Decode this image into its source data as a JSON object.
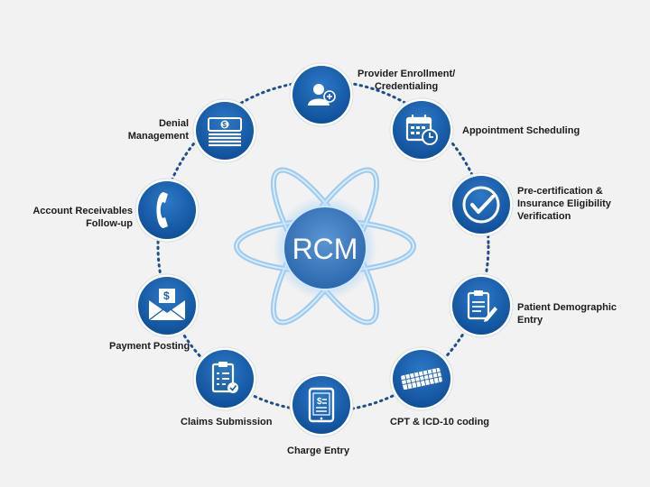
{
  "center": {
    "title": "RCM"
  },
  "colors": {
    "node": "#1a5fae",
    "ring": "#1f4e8c",
    "orbit": "#7fb6e6",
    "core": "#3d7cc1"
  },
  "nodes": [
    {
      "id": "provider-enrollment",
      "icon": "person-add-icon",
      "lines": [
        "Provider Enrollment/",
        "Credentialing"
      ]
    },
    {
      "id": "appointment-scheduling",
      "icon": "calendar-clock-icon",
      "lines": [
        "Appointment Scheduling"
      ]
    },
    {
      "id": "pre-certification",
      "icon": "check-circle-icon",
      "lines": [
        "Pre-certification &",
        "Insurance Eligibility",
        "Verification"
      ]
    },
    {
      "id": "patient-demographic",
      "icon": "clipboard-pencil-icon",
      "lines": [
        "Patient Demographic",
        "Entry"
      ]
    },
    {
      "id": "coding",
      "icon": "keyboard-icon",
      "lines": [
        "CPT & ICD-10 coding"
      ]
    },
    {
      "id": "charge-entry",
      "icon": "tablet-dollar-icon",
      "lines": [
        "Charge Entry"
      ]
    },
    {
      "id": "claims-submission",
      "icon": "checklist-icon",
      "lines": [
        "Claims Submission"
      ]
    },
    {
      "id": "payment-posting",
      "icon": "envelope-dollar-icon",
      "lines": [
        "Payment Posting"
      ]
    },
    {
      "id": "account-receivables",
      "icon": "phone-icon",
      "lines": [
        "Account Receivables",
        "Follow-up"
      ]
    },
    {
      "id": "denial-management",
      "icon": "cash-stack-icon",
      "lines": [
        "Denial",
        "Management"
      ]
    }
  ]
}
